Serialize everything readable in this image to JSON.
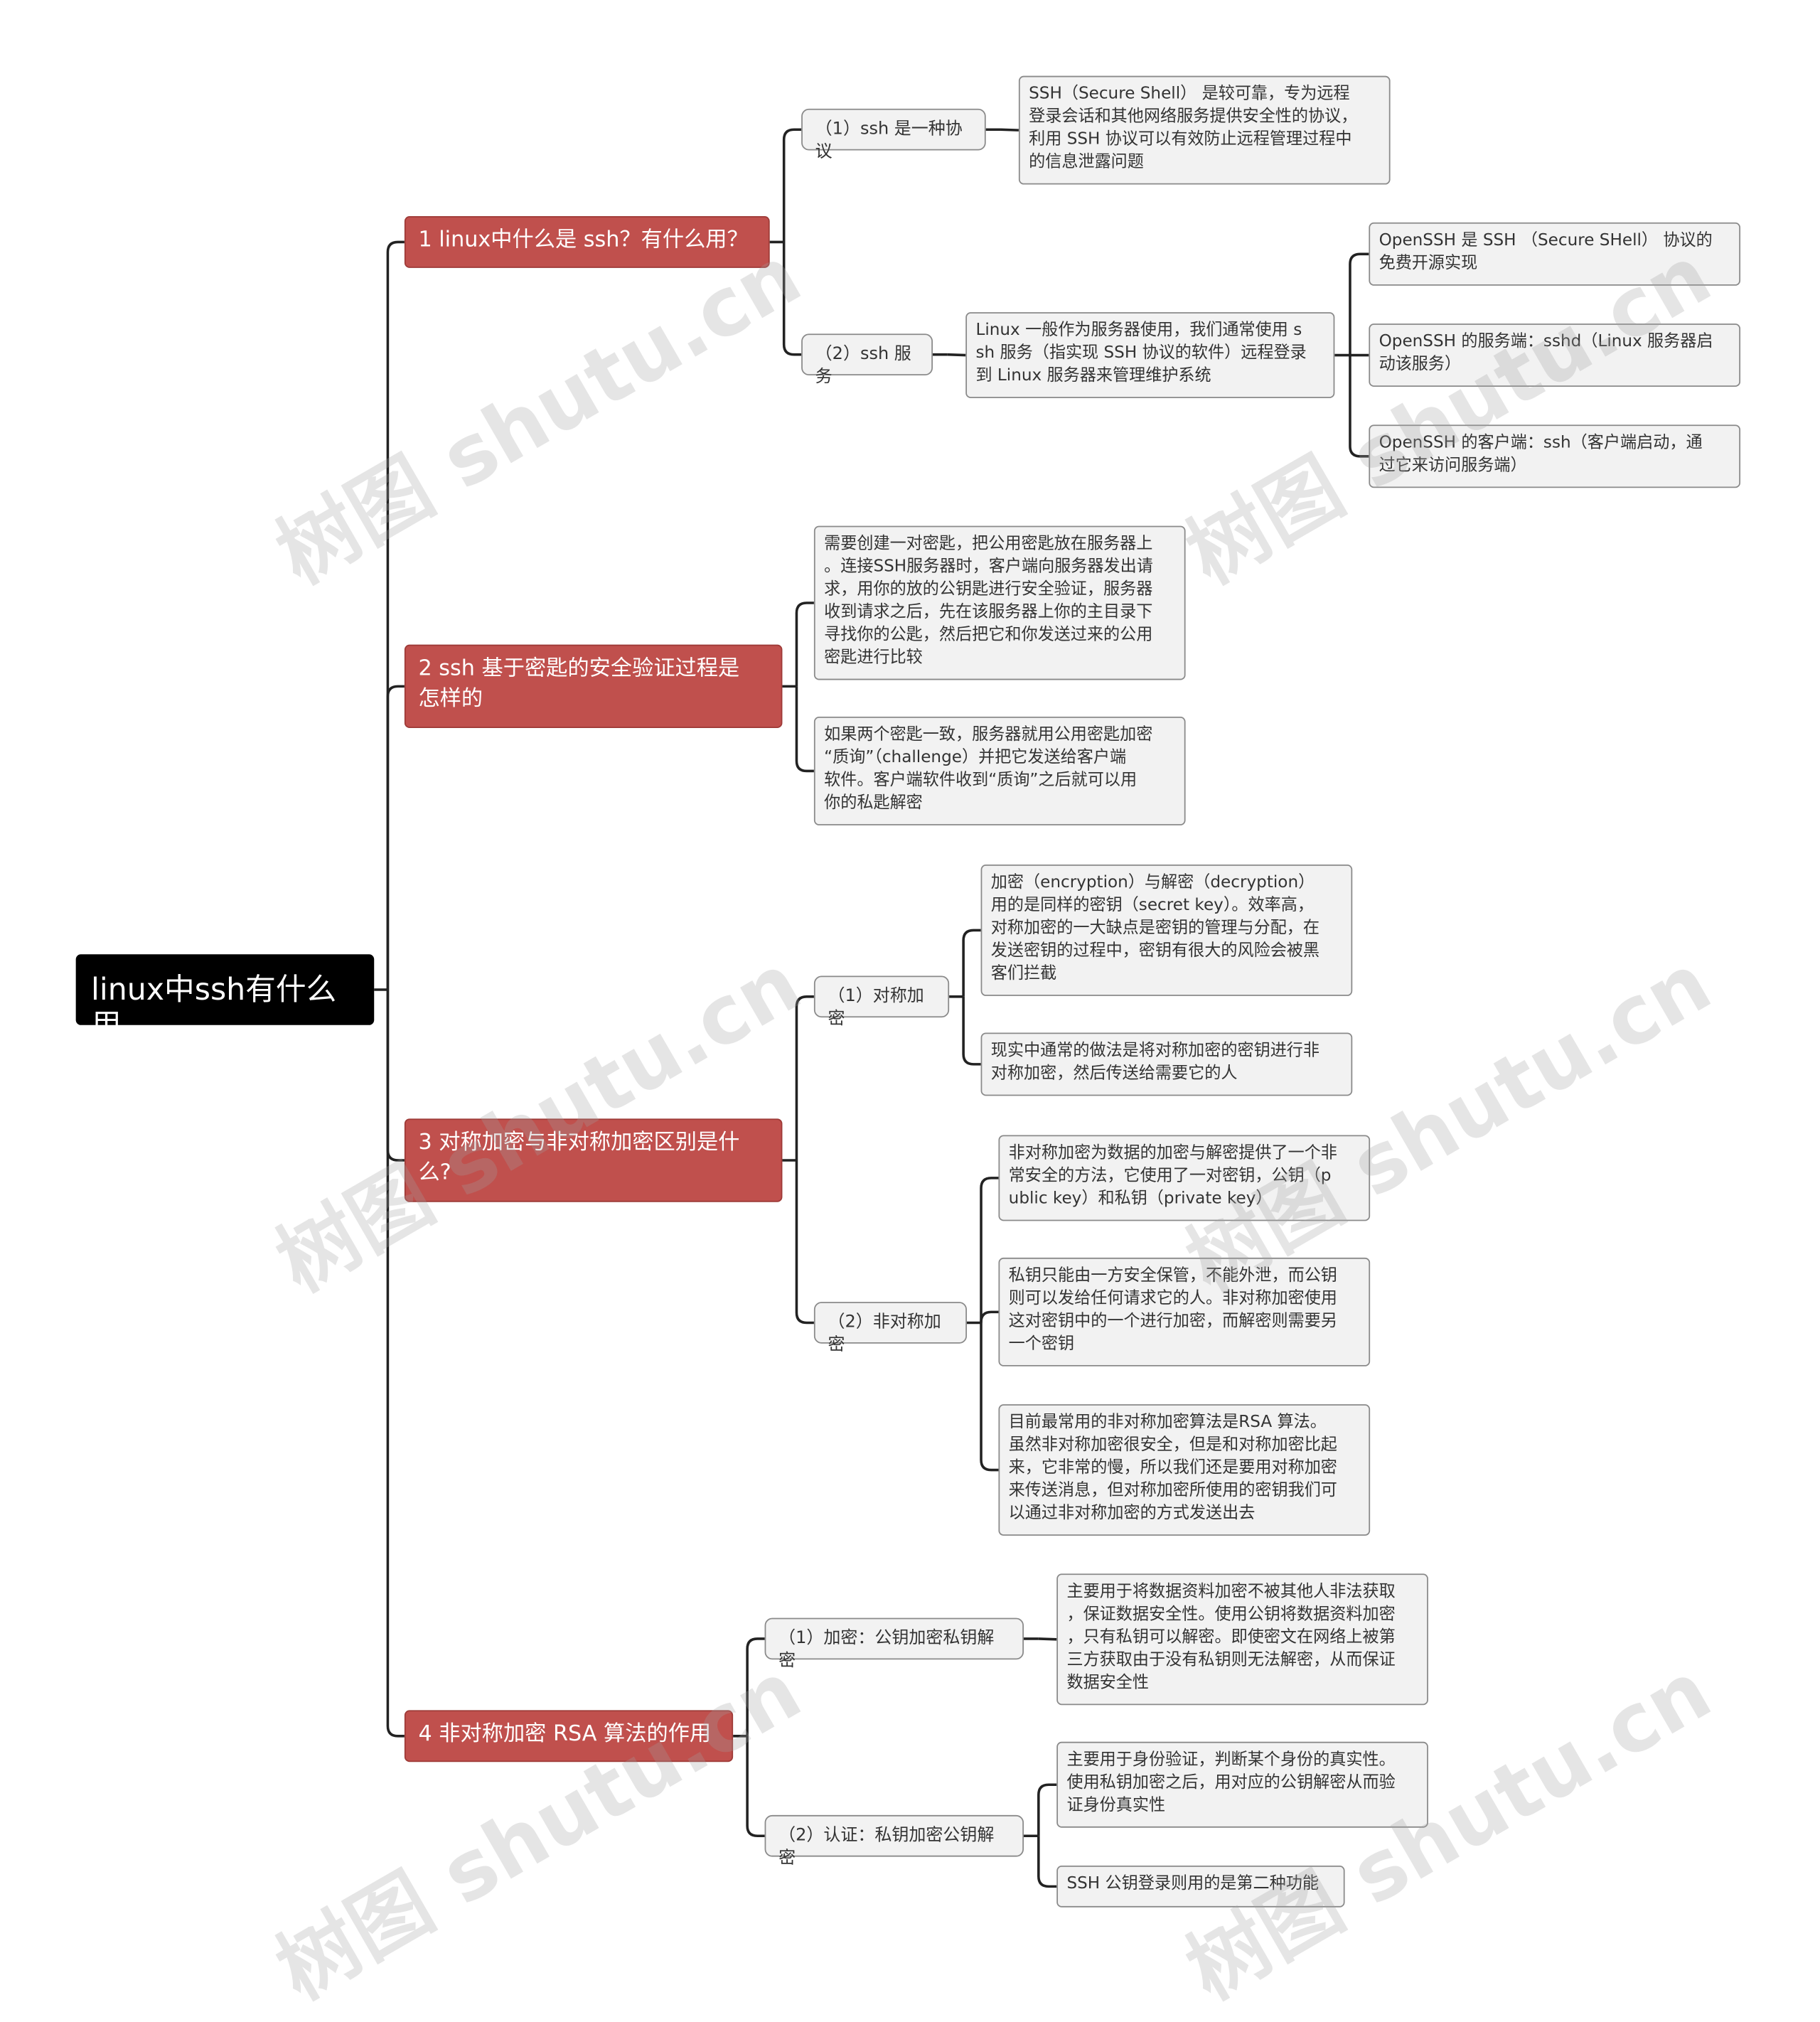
{
  "root": {
    "label": "linux中ssh有什么用"
  },
  "branches": [
    {
      "label": "1 linux中什么是 ssh？有什么用？",
      "children": [
        {
          "label": "（1）ssh 是一种协议",
          "children": [
            {
              "label": "SSH（Secure Shell） 是较可靠，专为远程\n登录会话和其他网络服务提供安全性的协议，\n利用 SSH 协议可以有效防止远程管理过程中\n的信息泄露问题"
            }
          ]
        },
        {
          "label": "（2）ssh 服务",
          "children": [
            {
              "label": "Linux 一般作为服务器使用，我们通常使用 s\nsh 服务（指实现 SSH 协议的软件）远程登录\n到 Linux 服务器来管理维护系统",
              "children": [
                {
                  "label": "OpenSSH 是 SSH （Secure SHell） 协议的\n免费开源实现"
                },
                {
                  "label": "OpenSSH 的服务端：sshd（Linux 服务器启\n动该服务）"
                },
                {
                  "label": "OpenSSH 的客户端：ssh（客户端启动，通\n过它来访问服务端）"
                }
              ]
            }
          ]
        }
      ]
    },
    {
      "label": "2 ssh 基于密匙的安全验证过程是\n怎样的",
      "children": [
        {
          "label": "需要创建一对密匙，把公用密匙放在服务器上\n。连接SSH服务器时，客户端向服务器发出请\n求，用你的放的公钥匙进行安全验证，服务器\n收到请求之后，先在该服务器上你的主目录下\n寻找你的公匙，然后把它和你发送过来的公用\n密匙进行比较"
        },
        {
          "label": "如果两个密匙一致，服务器就用公用密匙加密\n“质询”（challenge）并把它发送给客户端\n软件。客户端软件收到“质询”之后就可以用\n你的私匙解密"
        }
      ]
    },
    {
      "label": "3 对称加密与非对称加密区别是什\n么?",
      "children": [
        {
          "label": "（1）对称加密",
          "children": [
            {
              "label": "加密（encryption）与解密（decryption）\n用的是同样的密钥（secret key）。效率高，\n对称加密的一大缺点是密钥的管理与分配，在\n发送密钥的过程中，密钥有很大的风险会被黑\n客们拦截"
            },
            {
              "label": "现实中通常的做法是将对称加密的密钥进行非\n对称加密，然后传送给需要它的人"
            }
          ]
        },
        {
          "label": "（2）非对称加密",
          "children": [
            {
              "label": "非对称加密为数据的加密与解密提供了一个非\n常安全的方法，它使用了一对密钥，公钥（p\nublic key）和私钥（private key）"
            },
            {
              "label": "私钥只能由一方安全保管，不能外泄，而公钥\n则可以发给任何请求它的人。非对称加密使用\n这对密钥中的一个进行加密，而解密则需要另\n一个密钥"
            },
            {
              "label": "目前最常用的非对称加密算法是RSA 算法。\n虽然非对称加密很安全，但是和对称加密比起\n来，它非常的慢，所以我们还是要用对称加密\n来传送消息，但对称加密所使用的密钥我们可\n以通过非对称加密的方式发送出去"
            }
          ]
        }
      ]
    },
    {
      "label": "4 非对称加密 RSA 算法的作用",
      "children": [
        {
          "label": "（1）加密：公钥加密私钥解密",
          "children": [
            {
              "label": "主要用于将数据资料加密不被其他人非法获取\n，保证数据安全性。使用公钥将数据资料加密\n，只有私钥可以解密。即使密文在网络上被第\n三方获取由于没有私钥则无法解密，从而保证\n数据安全性"
            }
          ]
        },
        {
          "label": "（2）认证：私钥加密公钥解密",
          "children": [
            {
              "label": "主要用于身份验证，判断某个身份的真实性。\n使用私钥加密之后，用对应的公钥解密从而验\n证身份真实性"
            },
            {
              "label": "SSH 公钥登录则用的是第二种功能"
            }
          ]
        }
      ]
    }
  ],
  "watermark": {
    "text": "树图 shutu.cn"
  },
  "colors": {
    "root": "#000000",
    "branch": "#c0504d",
    "node": "#f2f2f2",
    "line": "#222222"
  }
}
